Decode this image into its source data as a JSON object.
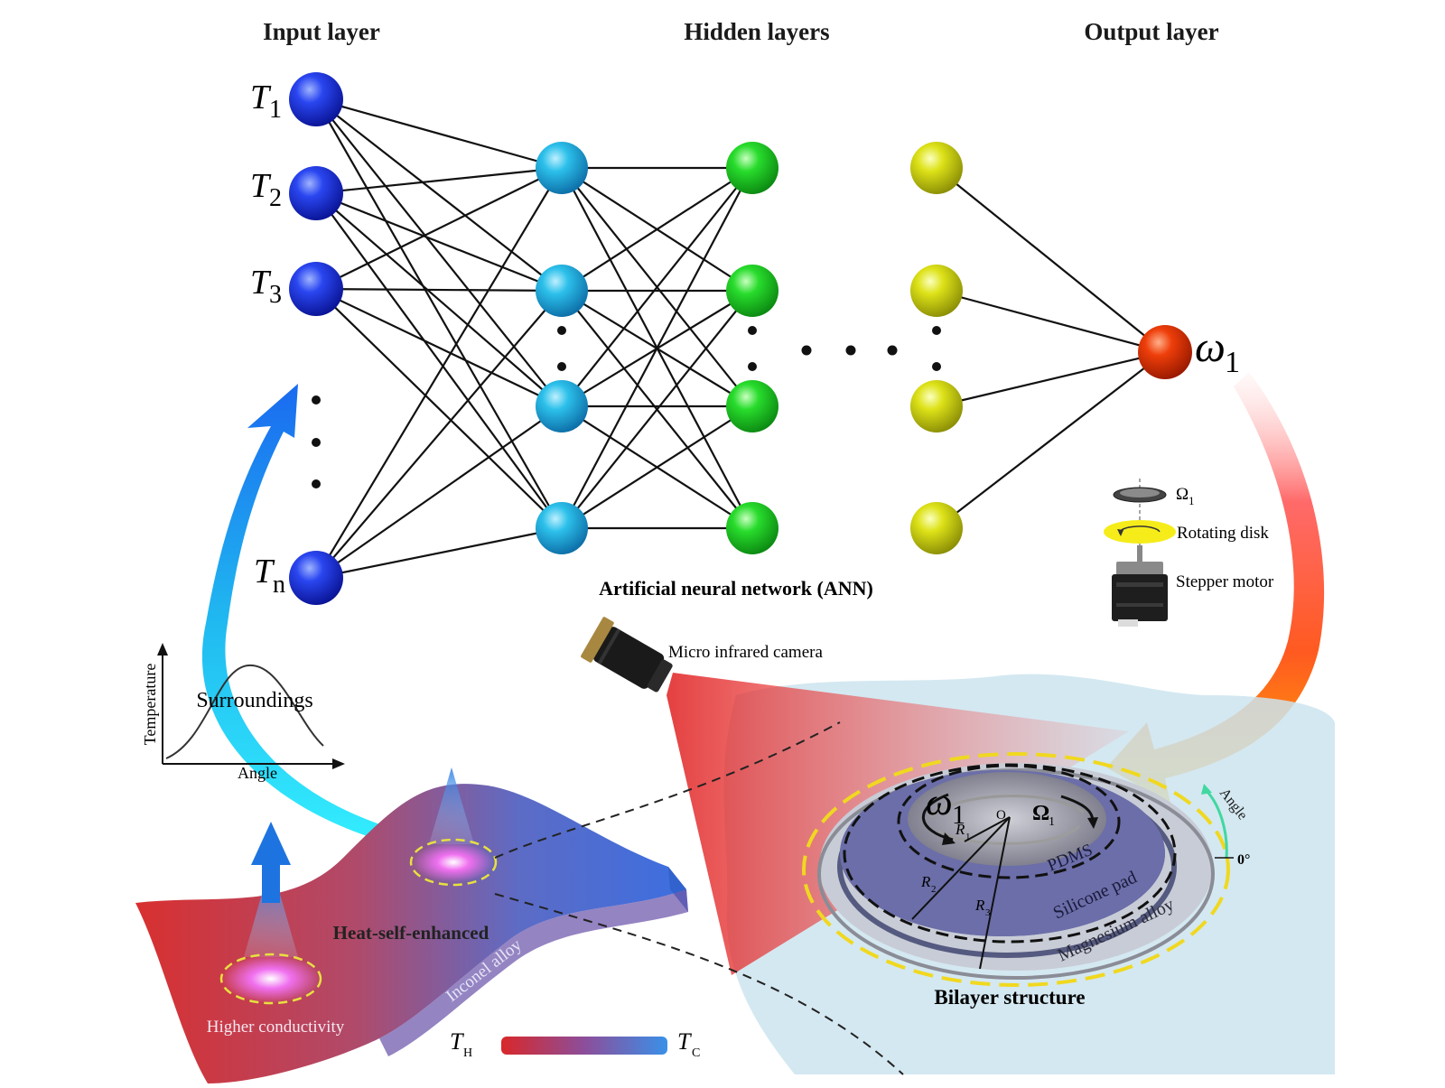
{
  "layers": {
    "input": "Input layer",
    "hidden": "Hidden layers",
    "output": "Output layer"
  },
  "inputs": [
    {
      "sym": "T",
      "sub": "1"
    },
    {
      "sym": "T",
      "sub": "2"
    },
    {
      "sym": "T",
      "sub": "3"
    },
    {
      "sym": "T",
      "sub": "n"
    }
  ],
  "output_node": {
    "sym": "ω",
    "sub": "1"
  },
  "ann_caption": "Artificial neural network (ANN)",
  "motor": {
    "omega": "Ω",
    "omega_sub": "1",
    "disk": "Rotating disk",
    "motor": "Stepper motor"
  },
  "camera_label": "Micro infrared camera",
  "plot": {
    "ylabel": "Temperature",
    "xlabel": "Angle",
    "curve_label": "Surroundings"
  },
  "surface": {
    "heat_label": "Heat-self-enhanced",
    "conductivity_label": "Higher conductivity",
    "alloy_label": "Inconel alloy",
    "t_hot": "T",
    "t_hot_sub": "H",
    "t_cold": "T",
    "t_cold_sub": "C"
  },
  "bilayer": {
    "caption": "Bilayer structure",
    "omega": "ω",
    "omega_sub": "1",
    "center": "O",
    "Omega": "Ω",
    "Omega_sub": "1",
    "r1": "R",
    "r1_sub": "1",
    "r2": "R",
    "r2_sub": "2",
    "r3": "R",
    "r3_sub": "3",
    "pdms": "PDMS",
    "silicone": "Silicone pad",
    "magnesium": "Magnesium alloy",
    "angle": "Angle",
    "zero": "0°"
  },
  "colors": {
    "input_node": "#1830d8",
    "hidden1_node": "#22b4e0",
    "hidden2_node": "#22d428",
    "hidden3_node": "#d8dc14",
    "output_node": "#e23a08",
    "gradient_hot": "#d8282a",
    "gradient_cold": "#3a90e8"
  }
}
